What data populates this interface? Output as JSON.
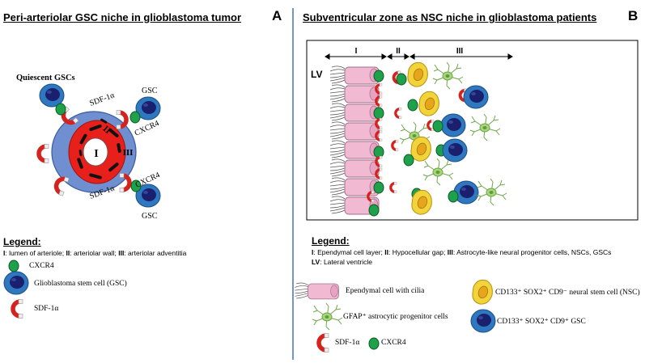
{
  "panel_a": {
    "title": "Peri-arteriolar GSC niche in glioblastoma tumor",
    "letter": "A",
    "labels": {
      "quiescent": "Quiescent GSCs",
      "gsc_top": "GSC",
      "gsc_bottom": "GSC",
      "sdf_top": "SDF-1α",
      "sdf_bottom": "SDF-1α",
      "cxcr4_top": "CXCR4",
      "cxcr4_bottom": "CXCR4",
      "num_I": "I",
      "num_II": "II",
      "num_III": "III"
    },
    "legend": {
      "heading": "Legend:",
      "line_parts": [
        "I",
        ": lumen of arteriole; ",
        "II",
        ": arteriolar wall; ",
        "III",
        ": arteriolar adventitia"
      ],
      "items": [
        "CXCR4",
        "Glioblastoma stem cell (GSC)",
        "SDF-1α"
      ]
    }
  },
  "panel_b": {
    "title": "Subventricular zone as NSC niche in glioblastoma patients",
    "letter": "B",
    "zones": [
      "I",
      "II",
      "III"
    ],
    "lv": "LV",
    "legend": {
      "heading": "Legend:",
      "line1_parts": [
        "I",
        ": Ependymal cell layer; ",
        "II",
        ": Hypocellular gap; ",
        "III",
        ": Astrocyte-like neural progenitor cells, NSCs, GSCs"
      ],
      "line2_parts": [
        "LV",
        ": Lateral ventricle"
      ],
      "ependymal": "Ependymal cell with cilia",
      "gfap": "GFAP⁺ astrocytic progenitor cells",
      "sdf": "SDF-1α",
      "cxcr4": "CXCR4",
      "nsc": "CD133⁺ SOX2⁺ CD9⁻ neural stem cell (NSC)",
      "gsc": "CD133⁺ SOX2⁺ CD9⁺ GSC"
    }
  },
  "colors": {
    "artery_outer": "#6f8fd0",
    "artery_wall": "#e8201b",
    "gsc_blue": "#2e78bf",
    "gsc_nucleus": "#1a1f6e",
    "cxcr4_green": "#1fa04a",
    "sdf_red": "#d6221c",
    "nsc_yellow": "#f2d43a",
    "ependymal_pink": "#f2b9d3",
    "astro_green": "#a8d67a",
    "divider": "#4472c4"
  }
}
